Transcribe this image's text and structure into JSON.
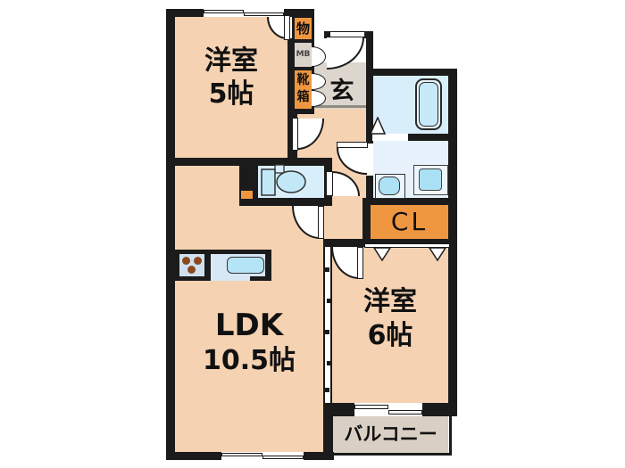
{
  "plan": {
    "bedroom1": {
      "label": "洋室",
      "size": "5帖"
    },
    "bedroom2": {
      "label": "洋室",
      "size": "6帖"
    },
    "ldk": {
      "label": "LDK",
      "size": "10.5帖"
    },
    "balcony": {
      "label": "バルコニー"
    },
    "entrance": {
      "label": "玄"
    },
    "storage": {
      "label": "物"
    },
    "meter_box": {
      "label": "MB"
    },
    "shoe_box": {
      "line1": "靴",
      "line2": "箱"
    },
    "closet": {
      "label": "CL"
    }
  },
  "colors": {
    "wall": "#1b1b1b",
    "room_floor": "#f5d2b2",
    "wet_area_floor": "#d9eefb",
    "washroom_floor": "#e7f2fc",
    "closet_accent": "#ef9740",
    "entrance_floor": "#dcd6ce",
    "balcony_floor": "#dacfc4",
    "fixture_blue": "#b5e4f6",
    "burner_brown": "#8b4a1c"
  }
}
